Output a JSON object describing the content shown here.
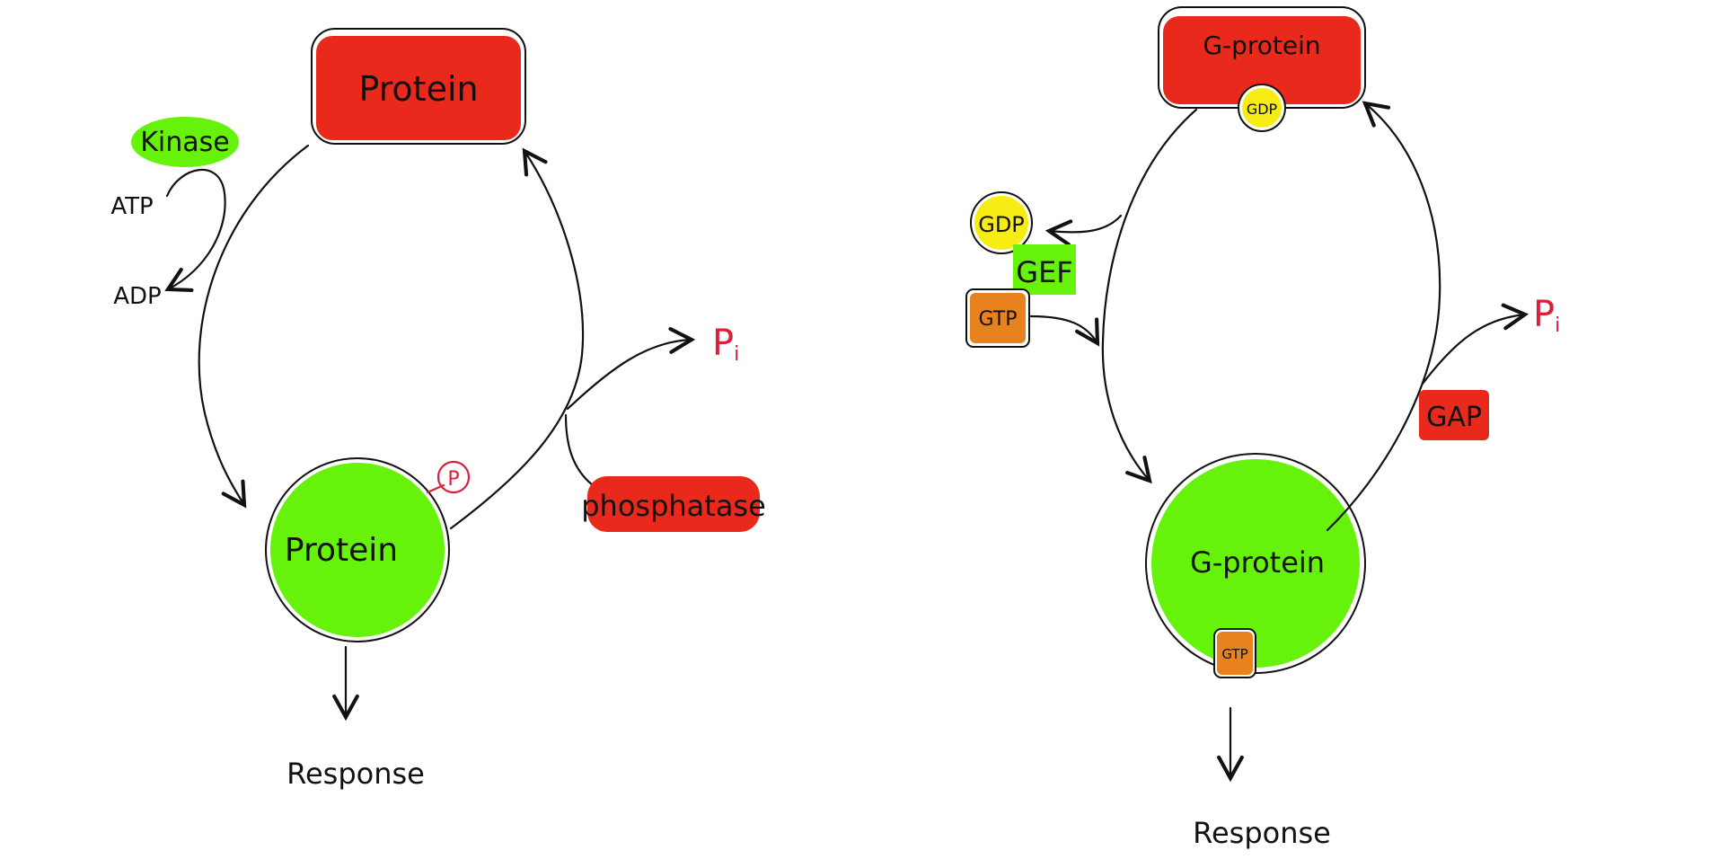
{
  "colors": {
    "inactive_red": "#e8291c",
    "active_green": "#66f20a",
    "gdp_yellow": "#f7ec14",
    "gtp_orange": "#e8821e",
    "pi_pink": "#d8203d",
    "ink": "#111111"
  },
  "left_cycle": {
    "inactive_protein_label": "Protein",
    "active_protein_label": "Protein",
    "phosphate_label": "P",
    "kinase_label": "Kinase",
    "atp_label": "ATP",
    "adp_label": "ADP",
    "phosphatase_label": "phosphatase",
    "pi_label": "P",
    "pi_subscript": "i",
    "response_label": "Response"
  },
  "right_cycle": {
    "inactive_gprotein_label": "G-protein",
    "bound_gdp_label": "GDP",
    "released_gdp_label": "GDP",
    "gef_label": "GEF",
    "incoming_gtp_label": "GTP",
    "active_gprotein_label": "G-protein",
    "bound_gtp_label": "GTP",
    "gap_label": "GAP",
    "pi_label": "P",
    "pi_subscript": "i",
    "response_label": "Response"
  }
}
